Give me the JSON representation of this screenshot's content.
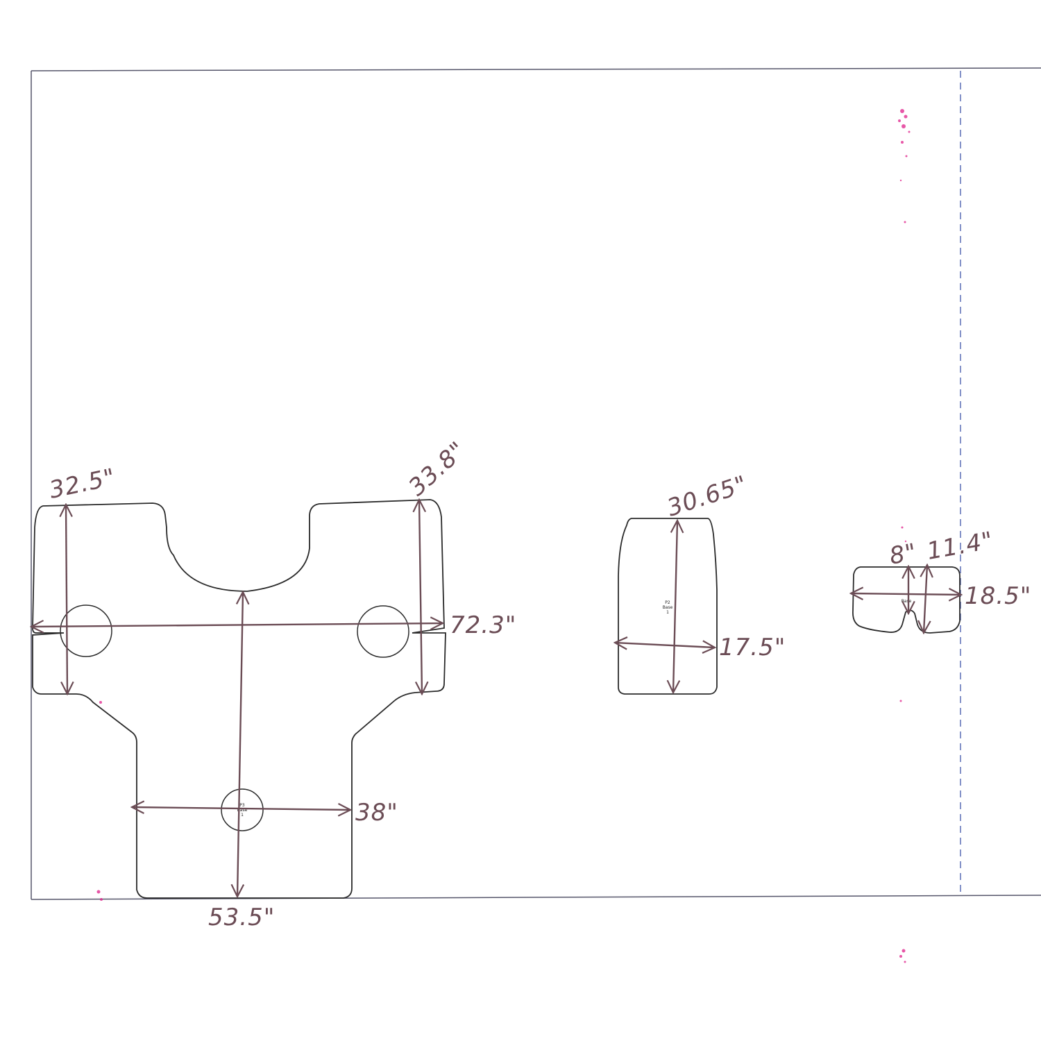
{
  "dimensions": {
    "large_upper_left_height": "32.5\"",
    "large_upper_right_height": "33.8\"",
    "large_overall_width": "72.3\"",
    "large_lower_width": "38\"",
    "large_overall_height": "53.5\"",
    "mid_height": "30.65\"",
    "mid_width": "17.5\"",
    "small_notch": "8\"",
    "small_height": "11.4\"",
    "small_width": "18.5\""
  },
  "part_labels": {
    "large_line1": "P3",
    "large_line2": "Base",
    "large_line3": "1",
    "mid_line1": "P2",
    "mid_line2": "Base",
    "mid_line3": "1",
    "small_line1": "Base"
  },
  "colors": {
    "outline": "#2a2a2a",
    "frame": "#55556a",
    "dimension": "#6b4c55",
    "guide_dash": "#5b6fb5",
    "ink_spot": "#e0208a"
  }
}
